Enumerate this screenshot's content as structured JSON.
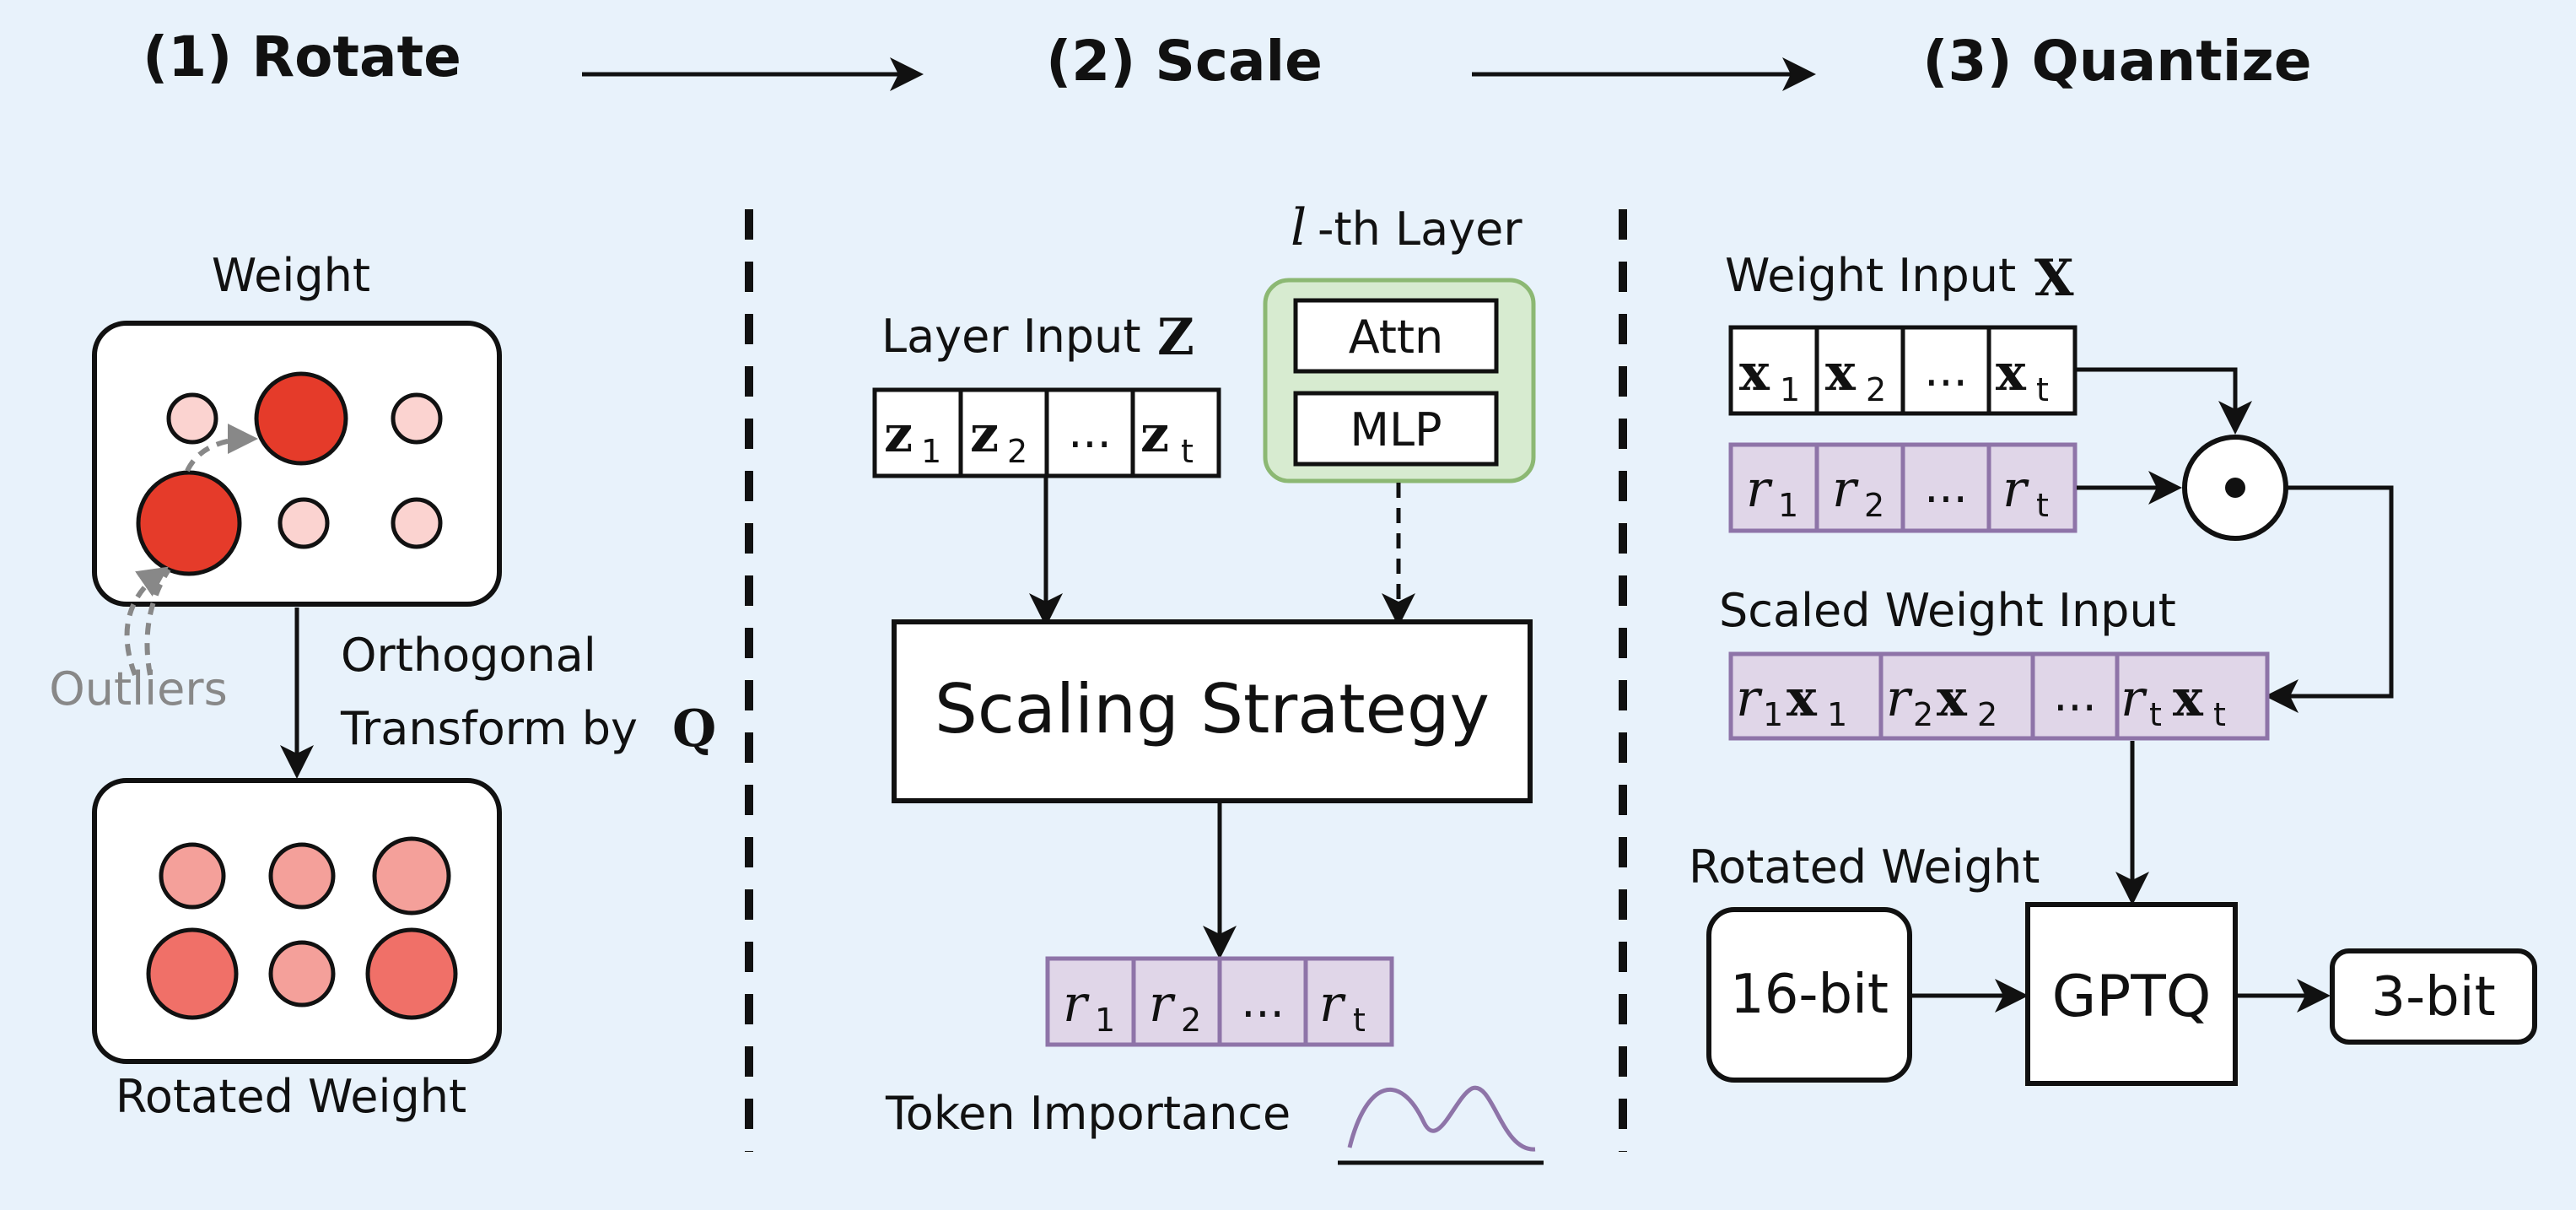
{
  "headings": {
    "rotate": "(1) Rotate",
    "scale": "(2) Scale",
    "quantize": "(3) Quantize"
  },
  "rotate": {
    "weight_label": "Weight",
    "outliers_label": "Outliers",
    "transform_line1": "Orthogonal",
    "transform_line2": "Transform by",
    "transform_symbol": "Q",
    "rotated_weight_label": "Rotated Weight"
  },
  "scale": {
    "layer_title_var": "l",
    "layer_title_suffix": "-th Layer",
    "attn_label": "Attn",
    "mlp_label": "MLP",
    "layer_input_label": "Layer Input",
    "layer_input_symbol": "Z",
    "z_vars": [
      "z",
      "z",
      "z"
    ],
    "z_subs": [
      "1",
      "2",
      "t"
    ],
    "ellipsis": "...",
    "scaling_strategy_label": "Scaling Strategy",
    "r_vars": [
      "r",
      "r",
      "r"
    ],
    "r_subs": [
      "1",
      "2",
      "t"
    ],
    "token_importance_label": "Token Importance"
  },
  "quantize": {
    "weight_input_label": "Weight Input",
    "weight_input_symbol": "X",
    "x_vars": [
      "x",
      "x",
      "x"
    ],
    "x_subs": [
      "1",
      "2",
      "t"
    ],
    "r_vars": [
      "r",
      "r",
      "r"
    ],
    "r_subs": [
      "1",
      "2",
      "t"
    ],
    "ellipsis": "...",
    "hadamard_symbol": "⊙",
    "scaled_weight_input_label": "Scaled Weight Input",
    "rotated_weight_label": "Rotated Weight",
    "bit16_label": "16-bit",
    "gptq_label": "GPTQ",
    "bit3_label": "3-bit"
  },
  "colors": {
    "background": "#e8f2fb",
    "outlier_red": "#e53b2a",
    "light_pink": "#fbd3d0",
    "mid_pink": "#f4a09a",
    "rotated_red": "#f07068",
    "layer_green_fill": "#d7ebd0",
    "layer_green_stroke": "#8cb873",
    "token_purple_fill": "#e0d6e8",
    "token_purple_stroke": "#8e74a8"
  }
}
